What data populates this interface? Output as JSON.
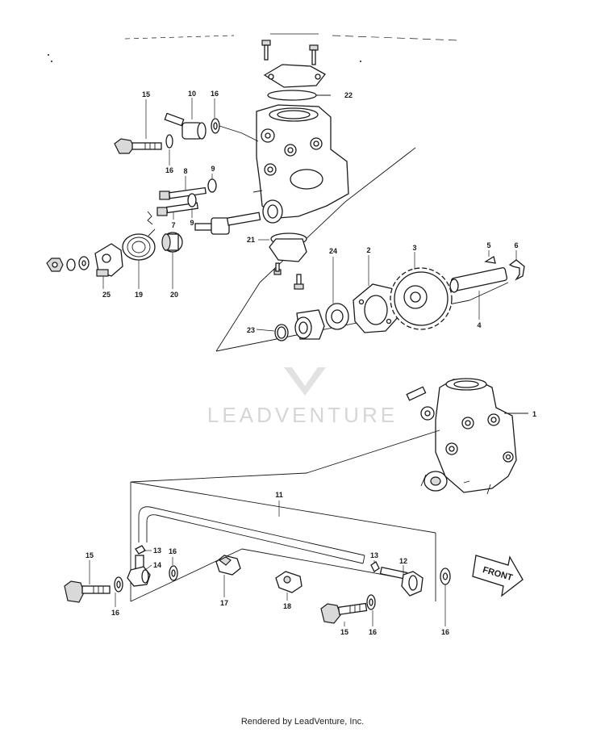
{
  "labels": {
    "l1": "1",
    "l2": "2",
    "l3": "3",
    "l4": "4",
    "l5": "5",
    "l6": "6",
    "l7": "7",
    "l8": "8",
    "l9a": "9",
    "l9b": "9",
    "l10": "10",
    "l11": "11",
    "l12": "12",
    "l13a": "13",
    "l13b": "13",
    "l14": "14",
    "l15a": "15",
    "l15b": "15",
    "l15c": "15",
    "l16a": "16",
    "l16b": "16",
    "l16c": "16",
    "l16d": "16",
    "l16e": "16",
    "l16f": "16",
    "l17": "17",
    "l18": "18",
    "l19": "19",
    "l20": "20",
    "l21": "21",
    "l22": "22",
    "l23": "23",
    "l24": "24",
    "l25": "25"
  },
  "front_arrow_label": "FRONT",
  "watermark": "LEADVENTURE",
  "footer": "Rendered by LeadVenture, Inc."
}
